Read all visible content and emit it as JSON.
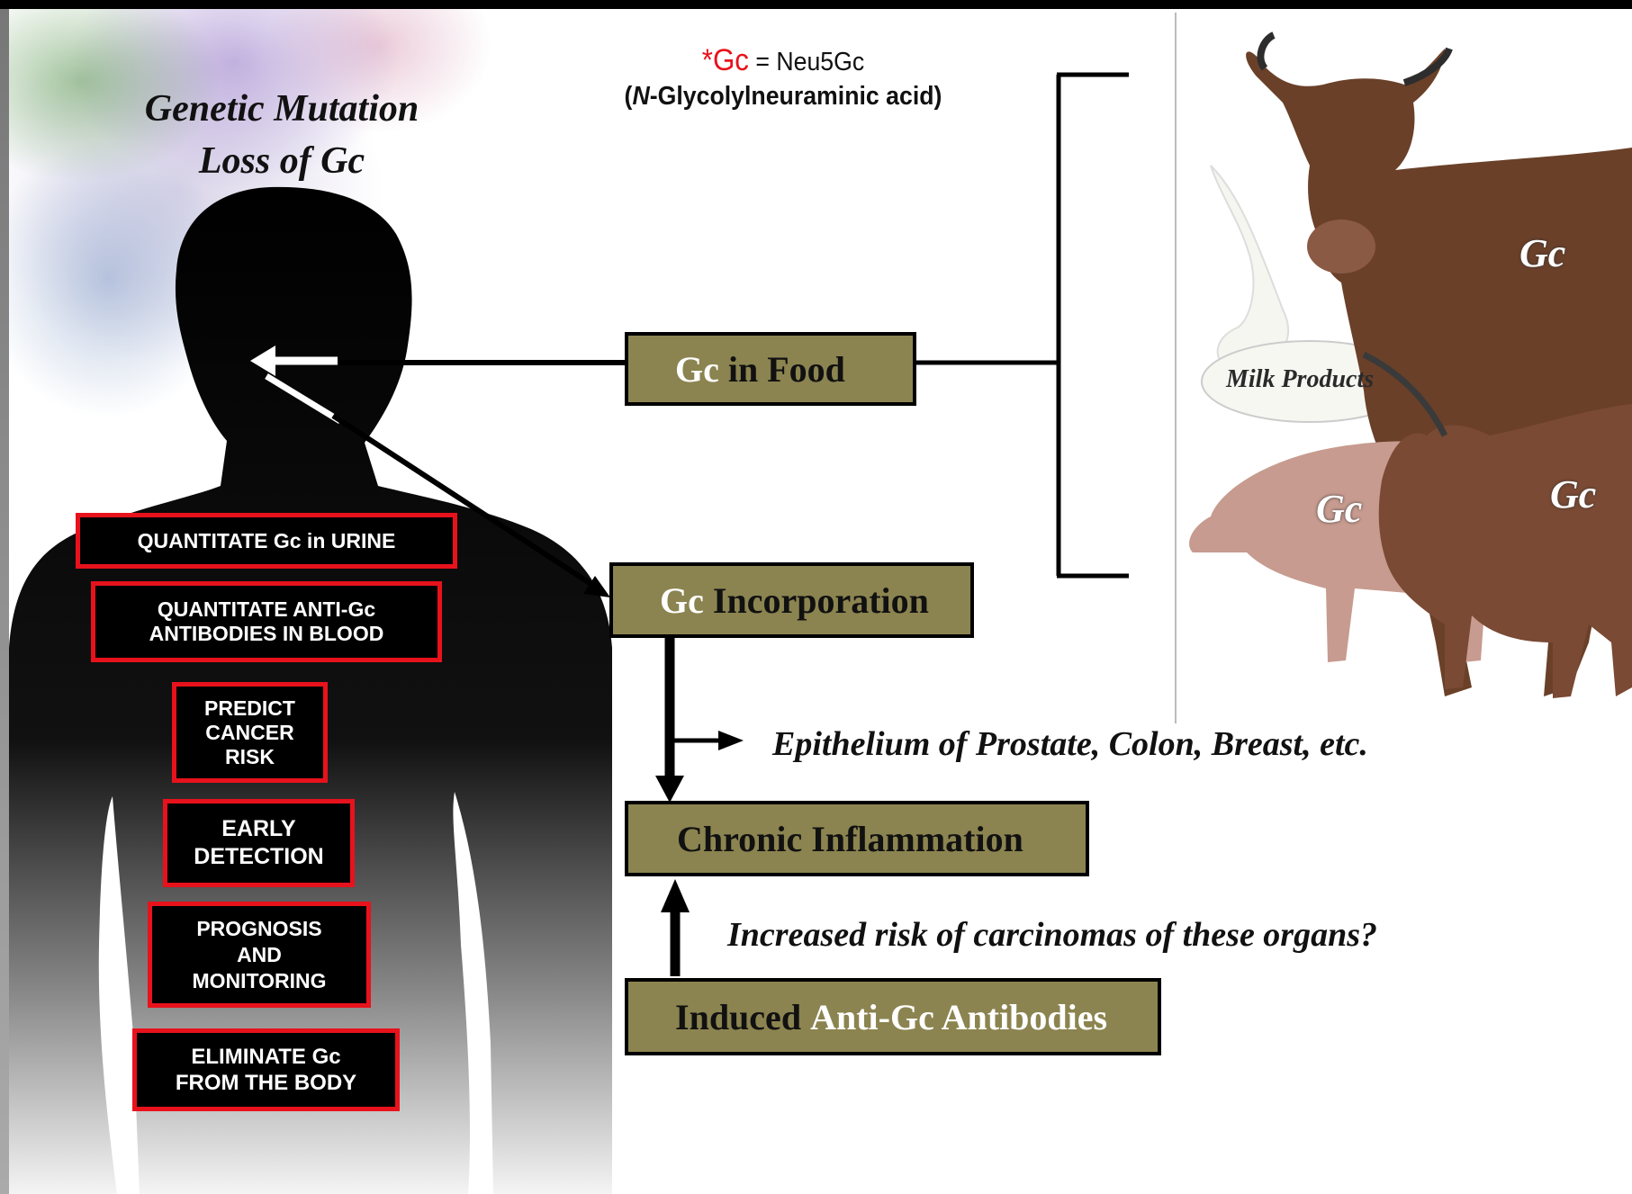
{
  "legend": {
    "gc_abbrev": "*Gc",
    "equals": " = Neu5Gc",
    "paren_open": "(",
    "n_italic": "N",
    "fullname": "-Glycolylneuraminic acid)"
  },
  "left_title": {
    "line1": "Genetic Mutation",
    "line2": "Loss of Gc"
  },
  "boxes": {
    "food": {
      "gc": "Gc",
      "rest": " in Food"
    },
    "incorporation": {
      "gc": "Gc",
      "rest": " Incorporation"
    },
    "inflammation": "Chronic Inflammation",
    "antibodies": {
      "prefix": "Induced ",
      "highlight": "Anti-Gc Antibodies"
    }
  },
  "annotations": {
    "epithelium": "Epithelium of Prostate, Colon, Breast, etc.",
    "risk": "Increased risk of carcinomas of these organs?"
  },
  "red_boxes": [
    "QUANTITATE Gc in URINE",
    "QUANTITATE ANTI-Gc\nANTIBODIES IN BLOOD",
    "PREDICT\nCANCER\nRISK",
    "EARLY\nDETECTION",
    "PROGNOSIS\nAND\nMONITORING",
    "ELIMINATE Gc\nFROM THE BODY"
  ],
  "animals": {
    "cow_label": "Gc",
    "pig_label": "Gc",
    "goat_label": "Gc",
    "milk_label": "Milk Products"
  },
  "colors": {
    "box_fill": "#8b8450",
    "accent_red": "#e8121c"
  }
}
